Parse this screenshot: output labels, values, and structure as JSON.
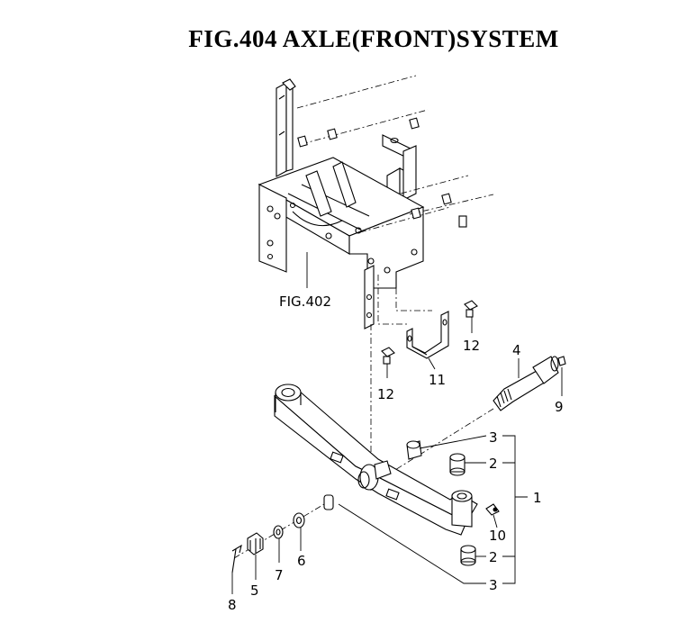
{
  "title": "FIG.404  AXLE(FRONT)SYSTEM",
  "callouts": {
    "fig_ref": "FIG.402",
    "c1": "1",
    "c2a": "2",
    "c2b": "2",
    "c3a": "3",
    "c3b": "3",
    "c4": "4",
    "c5": "5",
    "c6": "6",
    "c7": "7",
    "c8": "8",
    "c9": "9",
    "c10": "10",
    "c11": "11",
    "c12a": "12",
    "c12b": "12"
  }
}
